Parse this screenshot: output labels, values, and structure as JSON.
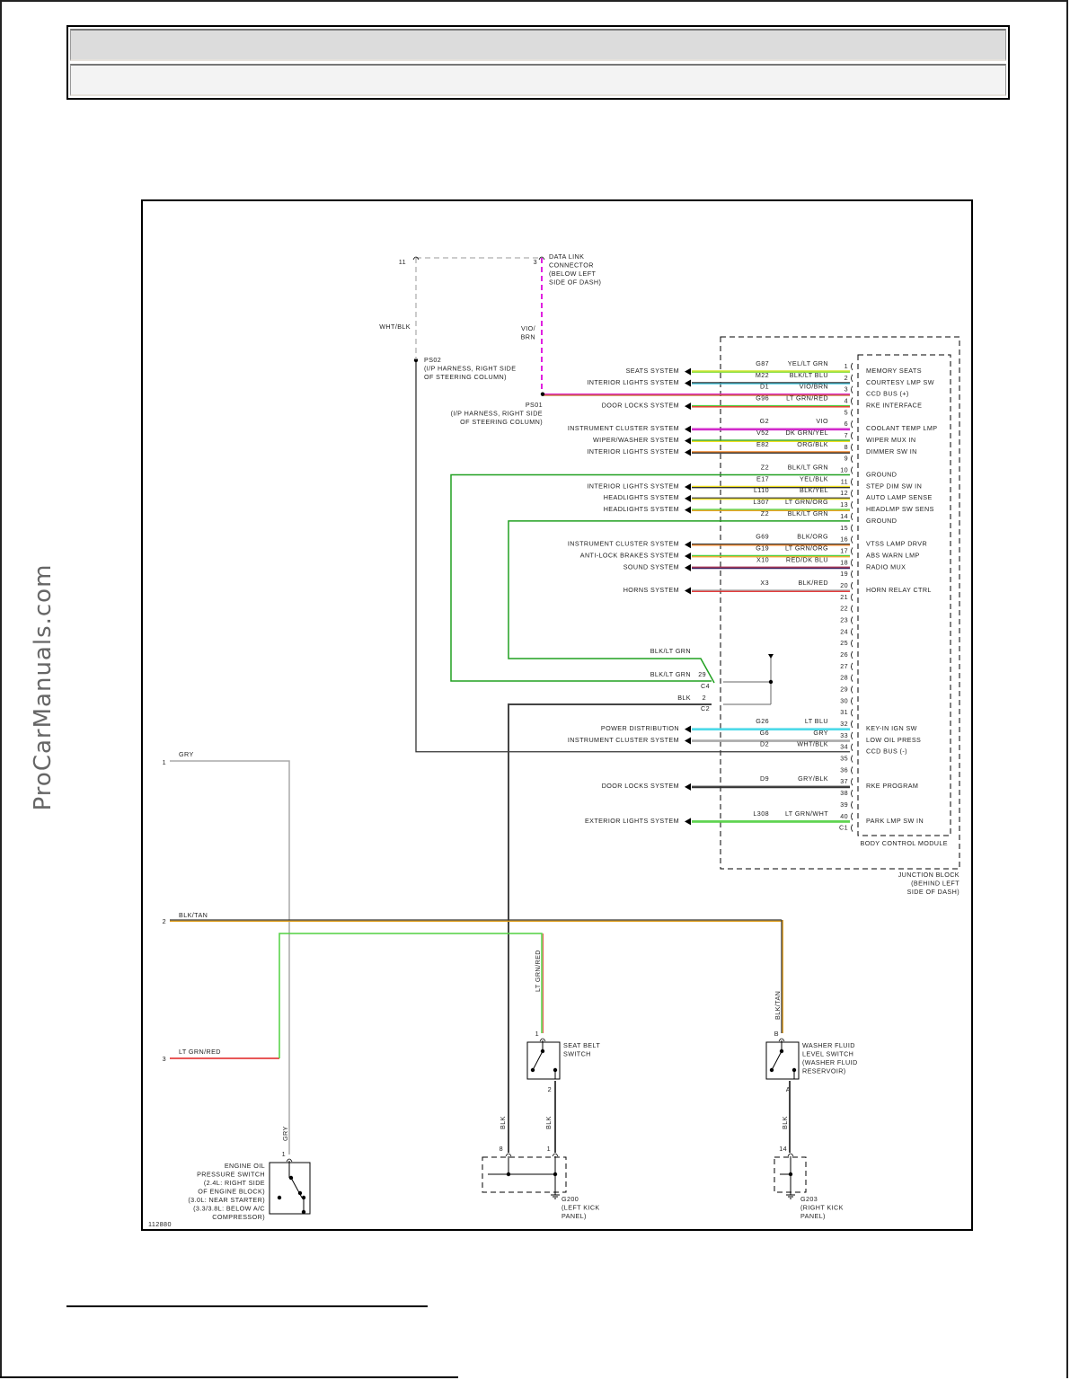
{
  "watermark": "ProCarManuals.com",
  "header": {
    "row1_text": "",
    "row2_text": ""
  },
  "diagram": {
    "id": "112880",
    "data_link_connector": {
      "label": [
        "DATA LINK",
        "CONNECTOR",
        "(BELOW LEFT",
        "SIDE OF DASH)"
      ],
      "pin_left": "11",
      "pin_right": "3"
    },
    "wire_wht_blk": "WHT/BLK",
    "wire_vio_brn": [
      "VIO/",
      "BRN"
    ],
    "splice_ps02": [
      "PS02",
      "(I/P HARNESS, RIGHT SIDE",
      "OF STEERING COLUMN)"
    ],
    "splice_ps01": [
      "PS01",
      "(I/P HARNESS, RIGHT SIDE",
      "OF STEERING COLUMN)"
    ],
    "junction_block": [
      "JUNCTION BLOCK",
      "(BEHIND LEFT",
      "SIDE OF DASH)"
    ],
    "body_control_module": "BODY CONTROL MODULE",
    "bcm_pins": [
      {
        "pin": "1",
        "circuit": "G87",
        "color": "YEL/LT GRN",
        "system": "SEATS SYSTEM",
        "function": "MEMORY SEATS",
        "wire": [
          "#c8e000",
          "#8fe050"
        ]
      },
      {
        "pin": "2",
        "circuit": "M22",
        "color": "BLK/LT BLU",
        "system": "INTERIOR LIGHTS SYSTEM",
        "function": "COURTESY LMP SW",
        "wire": [
          "#333333",
          "#40c8e0"
        ]
      },
      {
        "pin": "3",
        "circuit": "D1",
        "color": "VIO/BRN",
        "system": "",
        "function": "CCD BUS (+)",
        "wire": [
          "#e020c0",
          "#c06020"
        ]
      },
      {
        "pin": "4",
        "circuit": "G96",
        "color": "LT GRN/RED",
        "system": "DOOR LOCKS SYSTEM",
        "function": "RKE INTERFACE",
        "wire": [
          "#50d040",
          "#e03020"
        ]
      },
      {
        "pin": "5",
        "circuit": "",
        "color": "",
        "system": "",
        "function": "",
        "wire": null
      },
      {
        "pin": "6",
        "circuit": "G2",
        "color": "VIO",
        "system": "INSTRUMENT CLUSTER SYSTEM",
        "function": "COOLANT TEMP LMP",
        "wire": [
          "#d020c8",
          "#d020c8"
        ]
      },
      {
        "pin": "7",
        "circuit": "V52",
        "color": "DK GRN/YEL",
        "system": "WIPER/WASHER SYSTEM",
        "function": "WIPER MUX IN",
        "wire": [
          "#20a020",
          "#f0e020"
        ]
      },
      {
        "pin": "8",
        "circuit": "E82",
        "color": "ORG/BLK",
        "system": "INTERIOR LIGHTS SYSTEM",
        "function": "DIMMER SW IN",
        "wire": [
          "#f08020",
          "#333333"
        ]
      },
      {
        "pin": "9",
        "circuit": "",
        "color": "",
        "system": "",
        "function": "",
        "wire": null
      },
      {
        "pin": "10",
        "circuit": "Z2",
        "color": "BLK/LT GRN",
        "system": "",
        "function": "GROUND",
        "wire": [
          "#333333",
          "#50d040"
        ]
      },
      {
        "pin": "11",
        "circuit": "E17",
        "color": "YEL/BLK",
        "system": "INTERIOR LIGHTS SYSTEM",
        "function": "STEP DIM SW IN",
        "wire": [
          "#f0e020",
          "#333333"
        ]
      },
      {
        "pin": "12",
        "circuit": "L110",
        "color": "BLK/YEL",
        "system": "HEADLIGHTS SYSTEM",
        "function": "AUTO LAMP SENSE",
        "wire": [
          "#333333",
          "#f0e020"
        ]
      },
      {
        "pin": "13",
        "circuit": "L307",
        "color": "LT GRN/ORG",
        "system": "HEADLIGHTS SYSTEM",
        "function": "HEADLMP SW SENS",
        "wire": [
          "#50d040",
          "#f0a020"
        ]
      },
      {
        "pin": "14",
        "circuit": "Z2",
        "color": "BLK/LT GRN",
        "system": "",
        "function": "GROUND",
        "wire": [
          "#333333",
          "#50d040"
        ]
      },
      {
        "pin": "15",
        "circuit": "",
        "color": "",
        "system": "",
        "function": "",
        "wire": null
      },
      {
        "pin": "16",
        "circuit": "G69",
        "color": "BLK/ORG",
        "system": "INSTRUMENT CLUSTER SYSTEM",
        "function": "VTSS LAMP DRVR",
        "wire": [
          "#333333",
          "#f08020"
        ]
      },
      {
        "pin": "17",
        "circuit": "G19",
        "color": "LT GRN/ORG",
        "system": "ANTI-LOCK BRAKES SYSTEM",
        "function": "ABS WARN LMP",
        "wire": [
          "#50d040",
          "#f0a020"
        ]
      },
      {
        "pin": "18",
        "circuit": "X10",
        "color": "RED/DK BLU",
        "system": "SOUND SYSTEM",
        "function": "RADIO MUX",
        "wire": [
          "#a02040",
          "#402060"
        ]
      },
      {
        "pin": "19",
        "circuit": "",
        "color": "",
        "system": "",
        "function": "",
        "wire": null
      },
      {
        "pin": "20",
        "circuit": "X3",
        "color": "BLK/RED",
        "system": "HORNS SYSTEM",
        "function": "HORN RELAY CTRL",
        "wire": [
          "#aaaaaa",
          "#e02020"
        ]
      },
      {
        "pin": "21",
        "circuit": "",
        "color": "",
        "system": "",
        "function": "",
        "wire": null
      },
      {
        "pin": "22",
        "circuit": "",
        "color": "",
        "system": "",
        "function": "",
        "wire": null
      },
      {
        "pin": "23",
        "circuit": "",
        "color": "",
        "system": "",
        "function": "",
        "wire": null
      },
      {
        "pin": "24",
        "circuit": "",
        "color": "",
        "system": "",
        "function": "",
        "wire": null
      },
      {
        "pin": "25",
        "circuit": "",
        "color": "",
        "system": "",
        "function": "",
        "wire": null
      },
      {
        "pin": "26",
        "circuit": "",
        "color": "",
        "system": "",
        "function": "",
        "wire": null
      },
      {
        "pin": "27",
        "circuit": "",
        "color": "",
        "system": "",
        "function": "",
        "wire": null
      },
      {
        "pin": "28",
        "circuit": "",
        "color": "",
        "system": "",
        "function": "",
        "wire": null
      },
      {
        "pin": "29",
        "circuit": "",
        "color": "",
        "system": "",
        "function": "",
        "wire": null
      },
      {
        "pin": "30",
        "circuit": "",
        "color": "",
        "system": "",
        "function": "",
        "wire": null
      },
      {
        "pin": "31",
        "circuit": "",
        "color": "",
        "system": "",
        "function": "",
        "wire": null
      },
      {
        "pin": "32",
        "circuit": "G26",
        "color": "LT BLU",
        "system": "POWER DISTRIBUTION",
        "function": "KEY-IN IGN SW",
        "wire": [
          "#40d8e8",
          "#40d8e8"
        ]
      },
      {
        "pin": "33",
        "circuit": "G6",
        "color": "GRY",
        "system": "INSTRUMENT CLUSTER SYSTEM",
        "function": "LOW OIL PRESS",
        "wire": [
          "#aaaaaa",
          "#aaaaaa"
        ]
      },
      {
        "pin": "34",
        "circuit": "D2",
        "color": "WHT/BLK",
        "system": "",
        "function": "CCD BUS (-)",
        "wire": [
          "#333333",
          "#333333"
        ]
      },
      {
        "pin": "35",
        "circuit": "",
        "color": "",
        "system": "",
        "function": "",
        "wire": null
      },
      {
        "pin": "36",
        "circuit": "",
        "color": "",
        "system": "",
        "function": "",
        "wire": null
      },
      {
        "pin": "37",
        "circuit": "D9",
        "color": "GRY/BLK",
        "system": "DOOR LOCKS SYSTEM",
        "function": "RKE PROGRAM",
        "wire": [
          "#333333",
          "#333333"
        ]
      },
      {
        "pin": "38",
        "circuit": "",
        "color": "",
        "system": "",
        "function": "",
        "wire": null
      },
      {
        "pin": "39",
        "circuit": "",
        "color": "",
        "system": "",
        "function": "",
        "wire": null
      },
      {
        "pin": "40",
        "circuit": "L308",
        "color": "LT GRN/WHT",
        "system": "EXTERIOR LIGHTS SYSTEM",
        "function": "PARK LMP SW IN",
        "wire": [
          "#50d040",
          "#50d040"
        ]
      },
      {
        "pin": "C1",
        "circuit": "",
        "color": "",
        "system": "",
        "function": "",
        "wire": null
      }
    ],
    "ground_inputs": [
      {
        "label": "BLK/LT GRN",
        "pin": "",
        "connector": ""
      },
      {
        "label": "BLK/LT GRN",
        "pin": "29",
        "connector": "C4"
      },
      {
        "label": "BLK",
        "pin": "2",
        "connector": "C2"
      }
    ],
    "left_terminals": [
      {
        "num": "1",
        "color": "GRY"
      },
      {
        "num": "2",
        "color": "BLK/TAN"
      },
      {
        "num": "3",
        "color": "LT GRN/RED"
      }
    ],
    "engine_oil_switch": {
      "wire": "GRY",
      "pin": "1",
      "label": [
        "ENGINE OIL",
        "PRESSURE SWITCH",
        "(2.4L: RIGHT SIDE",
        "OF ENGINE BLOCK)",
        "(3.0L: NEAR STARTER)",
        "(3.3/3.8L: BELOW A/C",
        "COMPRESSOR)"
      ]
    },
    "seat_belt_switch": {
      "wire_in": "LT GRN/RED",
      "pin_in": "1",
      "pin_out": "2",
      "wire_out": "BLK",
      "label": [
        "SEAT BELT",
        "SWITCH"
      ]
    },
    "washer_fluid_switch": {
      "wire_in": "BLK/TAN",
      "pin_in": "B",
      "pin_out": "A",
      "wire_out": "BLK",
      "label": [
        "WASHER FLUID",
        "LEVEL SWITCH",
        "(WASHER FLUID",
        "RESERVOIR)"
      ]
    },
    "ground_g200": {
      "wire_a": "BLK",
      "pin_a": "8",
      "wire_b": "BLK",
      "pin_b": "1",
      "label": [
        "G200",
        "(LEFT KICK",
        "PANEL)"
      ]
    },
    "ground_g203": {
      "pin": "14",
      "label": [
        "G203",
        "(RIGHT KICK",
        "PANEL)"
      ]
    }
  }
}
